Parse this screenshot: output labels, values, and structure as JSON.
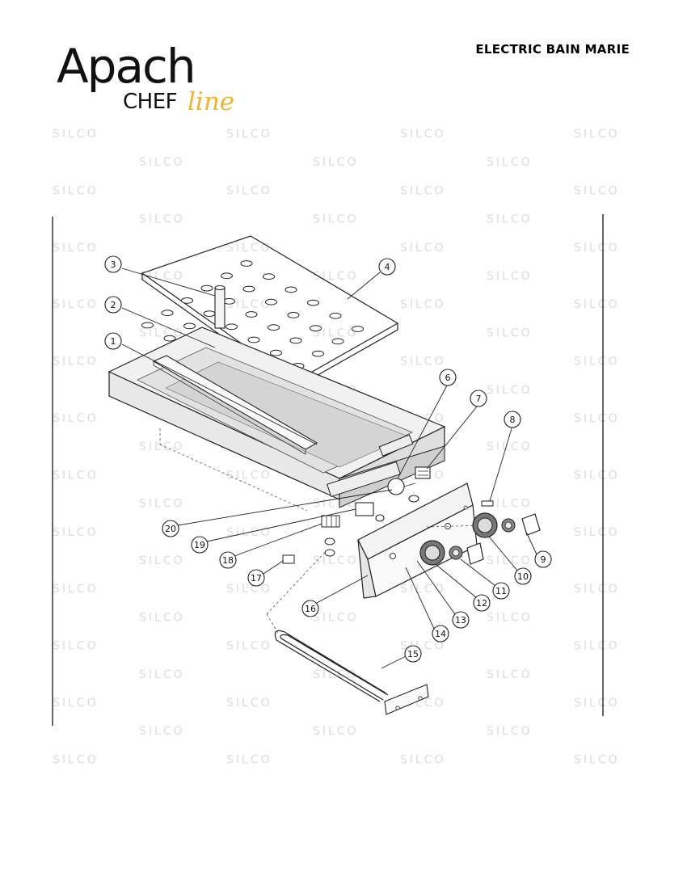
{
  "brand": {
    "line1": "Apach",
    "line2_main": "CHEF",
    "line2_script": "line",
    "accent_color": "#f2b233"
  },
  "header": {
    "title": "ELECTRIC BAIN MARIE"
  },
  "watermark": {
    "text": "SILCO"
  },
  "callouts": [
    "1",
    "2",
    "3",
    "4",
    "6",
    "7",
    "8",
    "9",
    "10",
    "11",
    "12",
    "13",
    "14",
    "15",
    "16",
    "17",
    "18",
    "19",
    "20"
  ]
}
